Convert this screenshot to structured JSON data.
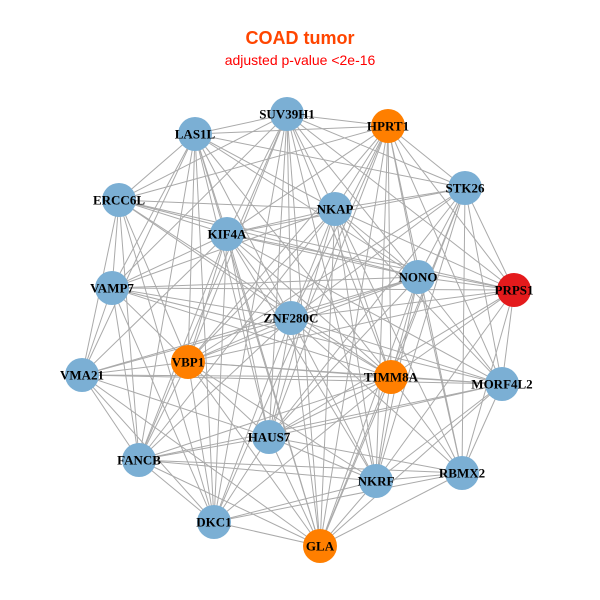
{
  "title": "COAD tumor",
  "subtitle": "adjusted p-value <2e-16",
  "colors": {
    "blue": "#7BAFD4",
    "orange": "#FF7F00",
    "red": "#E41A1C",
    "edge": "#AAAAAA"
  },
  "nodes": [
    {
      "name": "SUV39H1",
      "group": "blue"
    },
    {
      "name": "HPRT1",
      "group": "orange"
    },
    {
      "name": "LAS1L",
      "group": "blue"
    },
    {
      "name": "STK26",
      "group": "blue"
    },
    {
      "name": "ERCC6L",
      "group": "blue"
    },
    {
      "name": "NKAP",
      "group": "blue"
    },
    {
      "name": "KIF4A",
      "group": "blue"
    },
    {
      "name": "NONO",
      "group": "blue"
    },
    {
      "name": "PRPS1",
      "group": "red"
    },
    {
      "name": "VAMP7",
      "group": "blue"
    },
    {
      "name": "ZNF280C",
      "group": "blue"
    },
    {
      "name": "VBP1",
      "group": "orange"
    },
    {
      "name": "VMA21",
      "group": "blue"
    },
    {
      "name": "TIMM8A",
      "group": "orange"
    },
    {
      "name": "MORF4L2",
      "group": "blue"
    },
    {
      "name": "HAUS7",
      "group": "blue"
    },
    {
      "name": "FANCB",
      "group": "blue"
    },
    {
      "name": "NKRF",
      "group": "blue"
    },
    {
      "name": "RBMX2",
      "group": "blue"
    },
    {
      "name": "DKC1",
      "group": "blue"
    },
    {
      "name": "GLA",
      "group": "orange"
    }
  ],
  "edges": [
    [
      0,
      1
    ],
    [
      0,
      2
    ],
    [
      0,
      3
    ],
    [
      0,
      5
    ],
    [
      0,
      6
    ],
    [
      0,
      7
    ],
    [
      0,
      8
    ],
    [
      0,
      10
    ],
    [
      0,
      11
    ],
    [
      0,
      13
    ],
    [
      0,
      15
    ],
    [
      0,
      16
    ],
    [
      0,
      17
    ],
    [
      0,
      19
    ],
    [
      0,
      20
    ],
    [
      0,
      4
    ],
    [
      0,
      9
    ],
    [
      1,
      2
    ],
    [
      1,
      3
    ],
    [
      1,
      5
    ],
    [
      1,
      6
    ],
    [
      1,
      7
    ],
    [
      1,
      8
    ],
    [
      1,
      10
    ],
    [
      1,
      11
    ],
    [
      1,
      13
    ],
    [
      1,
      14
    ],
    [
      1,
      15
    ],
    [
      1,
      17
    ],
    [
      1,
      18
    ],
    [
      1,
      19
    ],
    [
      1,
      20
    ],
    [
      1,
      4
    ],
    [
      2,
      4
    ],
    [
      2,
      5
    ],
    [
      2,
      6
    ],
    [
      2,
      7
    ],
    [
      2,
      9
    ],
    [
      2,
      10
    ],
    [
      2,
      11
    ],
    [
      2,
      12
    ],
    [
      2,
      13
    ],
    [
      2,
      15
    ],
    [
      2,
      16
    ],
    [
      2,
      19
    ],
    [
      2,
      20
    ],
    [
      2,
      3
    ],
    [
      3,
      5
    ],
    [
      3,
      6
    ],
    [
      3,
      7
    ],
    [
      3,
      8
    ],
    [
      3,
      10
    ],
    [
      3,
      11
    ],
    [
      3,
      13
    ],
    [
      3,
      14
    ],
    [
      3,
      17
    ],
    [
      3,
      18
    ],
    [
      3,
      20
    ],
    [
      3,
      15
    ],
    [
      4,
      5
    ],
    [
      4,
      6
    ],
    [
      4,
      7
    ],
    [
      4,
      9
    ],
    [
      4,
      10
    ],
    [
      4,
      11
    ],
    [
      4,
      12
    ],
    [
      4,
      13
    ],
    [
      4,
      16
    ],
    [
      4,
      19
    ],
    [
      4,
      8
    ],
    [
      5,
      6
    ],
    [
      5,
      7
    ],
    [
      5,
      8
    ],
    [
      5,
      9
    ],
    [
      5,
      10
    ],
    [
      5,
      11
    ],
    [
      5,
      13
    ],
    [
      5,
      14
    ],
    [
      5,
      15
    ],
    [
      5,
      17
    ],
    [
      5,
      18
    ],
    [
      5,
      20
    ],
    [
      5,
      16
    ],
    [
      6,
      7
    ],
    [
      6,
      9
    ],
    [
      6,
      10
    ],
    [
      6,
      11
    ],
    [
      6,
      12
    ],
    [
      6,
      13
    ],
    [
      6,
      15
    ],
    [
      6,
      16
    ],
    [
      6,
      17
    ],
    [
      6,
      19
    ],
    [
      6,
      20
    ],
    [
      6,
      14
    ],
    [
      6,
      8
    ],
    [
      7,
      8
    ],
    [
      7,
      10
    ],
    [
      7,
      11
    ],
    [
      7,
      13
    ],
    [
      7,
      14
    ],
    [
      7,
      15
    ],
    [
      7,
      17
    ],
    [
      7,
      18
    ],
    [
      7,
      20
    ],
    [
      7,
      9
    ],
    [
      7,
      12
    ],
    [
      8,
      10
    ],
    [
      8,
      11
    ],
    [
      8,
      13
    ],
    [
      8,
      14
    ],
    [
      8,
      17
    ],
    [
      8,
      18
    ],
    [
      8,
      9
    ],
    [
      8,
      15
    ],
    [
      9,
      10
    ],
    [
      9,
      11
    ],
    [
      9,
      12
    ],
    [
      9,
      13
    ],
    [
      9,
      16
    ],
    [
      9,
      19
    ],
    [
      9,
      14
    ],
    [
      10,
      11
    ],
    [
      10,
      12
    ],
    [
      10,
      13
    ],
    [
      10,
      14
    ],
    [
      10,
      15
    ],
    [
      10,
      16
    ],
    [
      10,
      17
    ],
    [
      10,
      18
    ],
    [
      10,
      19
    ],
    [
      10,
      20
    ],
    [
      11,
      12
    ],
    [
      11,
      13
    ],
    [
      11,
      14
    ],
    [
      11,
      15
    ],
    [
      11,
      16
    ],
    [
      11,
      17
    ],
    [
      11,
      19
    ],
    [
      11,
      20
    ],
    [
      12,
      13
    ],
    [
      12,
      15
    ],
    [
      12,
      16
    ],
    [
      12,
      19
    ],
    [
      12,
      20
    ],
    [
      12,
      14
    ],
    [
      13,
      14
    ],
    [
      13,
      15
    ],
    [
      13,
      16
    ],
    [
      13,
      17
    ],
    [
      13,
      18
    ],
    [
      13,
      19
    ],
    [
      13,
      20
    ],
    [
      14,
      15
    ],
    [
      14,
      17
    ],
    [
      14,
      18
    ],
    [
      14,
      20
    ],
    [
      14,
      16
    ],
    [
      15,
      16
    ],
    [
      15,
      17
    ],
    [
      15,
      18
    ],
    [
      15,
      19
    ],
    [
      15,
      20
    ],
    [
      16,
      19
    ],
    [
      16,
      20
    ],
    [
      16,
      17
    ],
    [
      16,
      18
    ],
    [
      17,
      18
    ],
    [
      17,
      19
    ],
    [
      17,
      20
    ],
    [
      18,
      20
    ],
    [
      18,
      19
    ],
    [
      19,
      20
    ]
  ]
}
